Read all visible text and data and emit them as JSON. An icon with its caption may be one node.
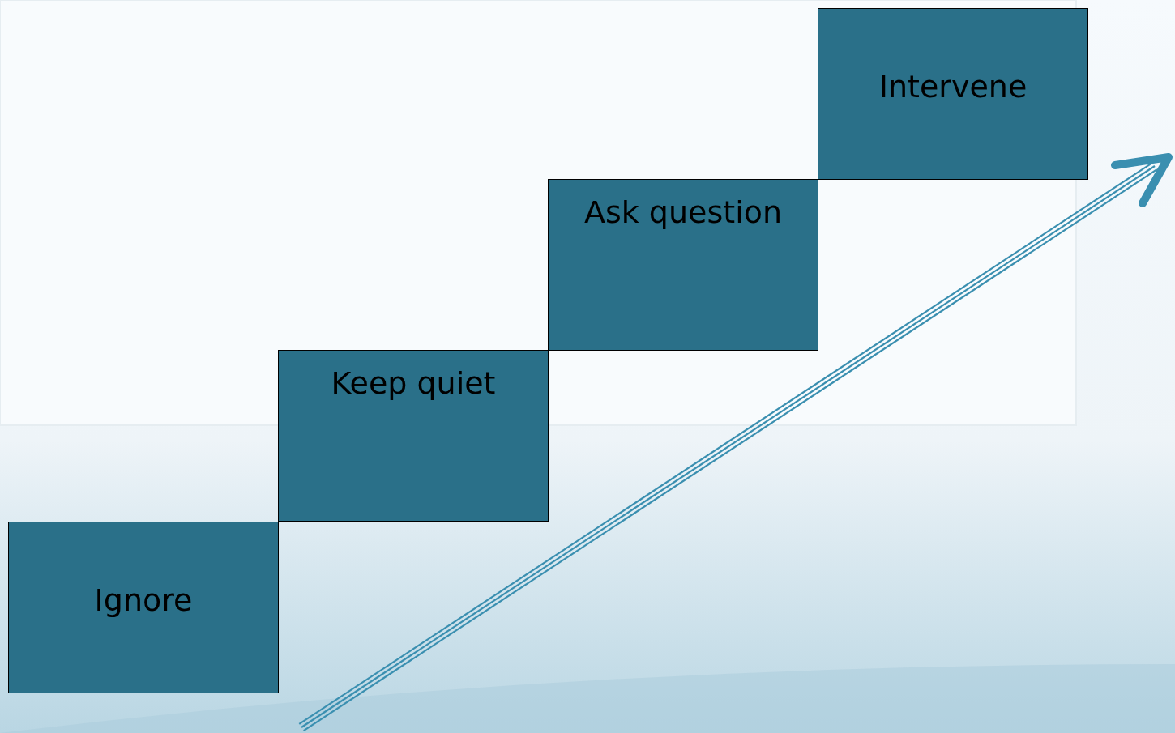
{
  "diagram": {
    "nodes": [
      {
        "text": [
          "Ignore"
        ]
      },
      {
        "text": [
          "Keep quiet"
        ]
      },
      {
        "text": [
          "Ask question"
        ]
      },
      {
        "text": [
          "Intervene"
        ]
      }
    ]
  }
}
